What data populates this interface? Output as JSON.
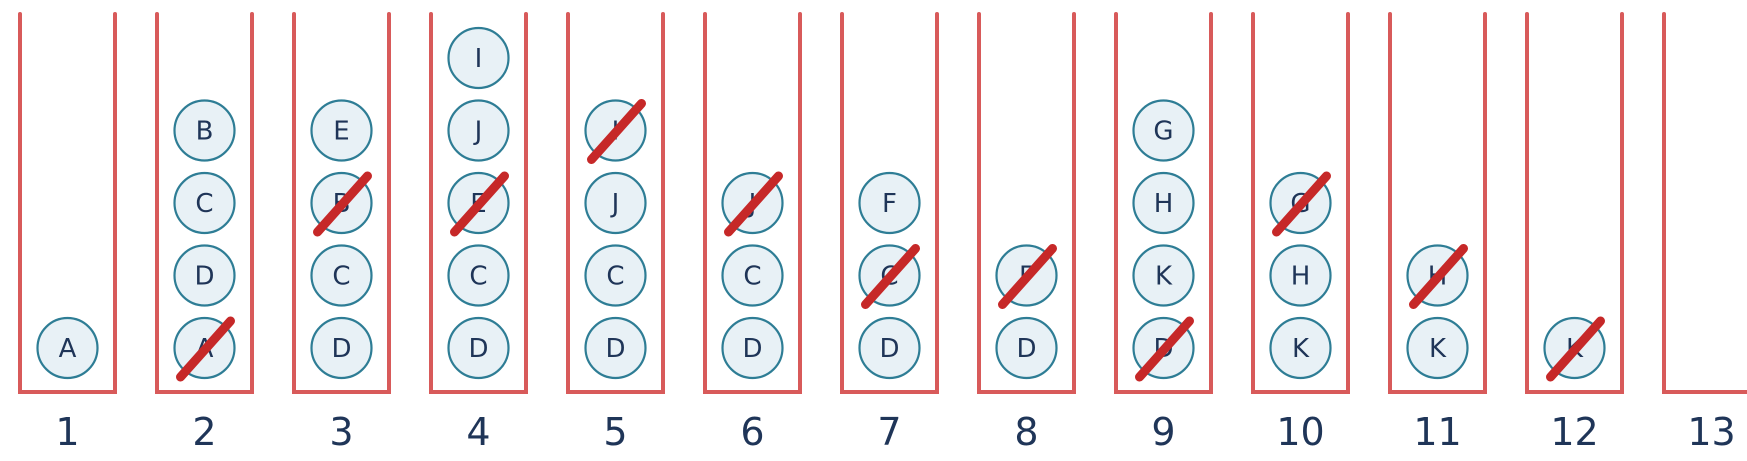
{
  "columns": [
    {
      "label": "1",
      "items": [
        {
          "text": "A",
          "crossed": false
        }
      ]
    },
    {
      "label": "2",
      "items": [
        {
          "text": "B",
          "crossed": false
        },
        {
          "text": "C",
          "crossed": false
        },
        {
          "text": "D",
          "crossed": false
        },
        {
          "text": "A",
          "crossed": true
        }
      ]
    },
    {
      "label": "3",
      "items": [
        {
          "text": "E",
          "crossed": false
        },
        {
          "text": "B",
          "crossed": true
        },
        {
          "text": "C",
          "crossed": false
        },
        {
          "text": "D",
          "crossed": false
        }
      ]
    },
    {
      "label": "4",
      "items": [
        {
          "text": "I",
          "crossed": false
        },
        {
          "text": "J",
          "crossed": false
        },
        {
          "text": "E",
          "crossed": true
        },
        {
          "text": "C",
          "crossed": false
        },
        {
          "text": "D",
          "crossed": false
        }
      ]
    },
    {
      "label": "5",
      "items": [
        {
          "text": "I",
          "crossed": true
        },
        {
          "text": "J",
          "crossed": false
        },
        {
          "text": "C",
          "crossed": false
        },
        {
          "text": "D",
          "crossed": false
        }
      ]
    },
    {
      "label": "6",
      "items": [
        {
          "text": "J",
          "crossed": true
        },
        {
          "text": "C",
          "crossed": false
        },
        {
          "text": "D",
          "crossed": false
        }
      ]
    },
    {
      "label": "7",
      "items": [
        {
          "text": "F",
          "crossed": false
        },
        {
          "text": "C",
          "crossed": true
        },
        {
          "text": "D",
          "crossed": false
        }
      ]
    },
    {
      "label": "8",
      "items": [
        {
          "text": "F",
          "crossed": true
        },
        {
          "text": "D",
          "crossed": false
        }
      ]
    },
    {
      "label": "9",
      "items": [
        {
          "text": "G",
          "crossed": false
        },
        {
          "text": "H",
          "crossed": false
        },
        {
          "text": "K",
          "crossed": false
        },
        {
          "text": "D",
          "crossed": true
        }
      ]
    },
    {
      "label": "10",
      "items": [
        {
          "text": "G",
          "crossed": true
        },
        {
          "text": "H",
          "crossed": false
        },
        {
          "text": "K",
          "crossed": false
        }
      ]
    },
    {
      "label": "11",
      "items": [
        {
          "text": "H",
          "crossed": true
        },
        {
          "text": "K",
          "crossed": false
        }
      ]
    },
    {
      "label": "12",
      "items": [
        {
          "text": "K",
          "crossed": true
        }
      ]
    },
    {
      "label": "13",
      "items": []
    }
  ],
  "colors": {
    "frame": "#d85a5a",
    "node_fill": "#e8f1f6",
    "node_stroke": "#2e7d95",
    "strike": "#c62828",
    "text": "#1f3558"
  }
}
